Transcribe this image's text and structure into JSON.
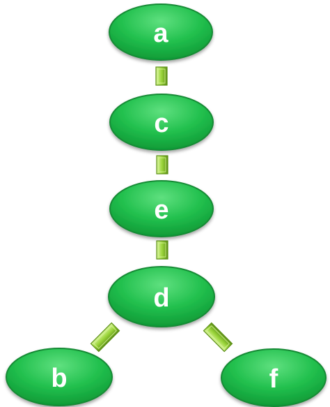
{
  "nodes": [
    {
      "id": "a",
      "label": "a"
    },
    {
      "id": "c",
      "label": "c"
    },
    {
      "id": "e",
      "label": "e"
    },
    {
      "id": "d",
      "label": "d"
    },
    {
      "id": "b",
      "label": "b"
    },
    {
      "id": "f",
      "label": "f"
    }
  ],
  "edges": [
    {
      "from": "a",
      "to": "c"
    },
    {
      "from": "c",
      "to": "e"
    },
    {
      "from": "e",
      "to": "d"
    },
    {
      "from": "d",
      "to": "b"
    },
    {
      "from": "d",
      "to": "f"
    }
  ],
  "colors": {
    "node_fill_light": "#5fe07f",
    "node_fill": "#22c04e",
    "node_fill_dark": "#0f9a36",
    "node_stroke": "#158a34",
    "connector_fill": "#9ad43a",
    "connector_light": "#d8f59a",
    "connector_stroke": "#5c8f16",
    "label": "#ffffff"
  }
}
